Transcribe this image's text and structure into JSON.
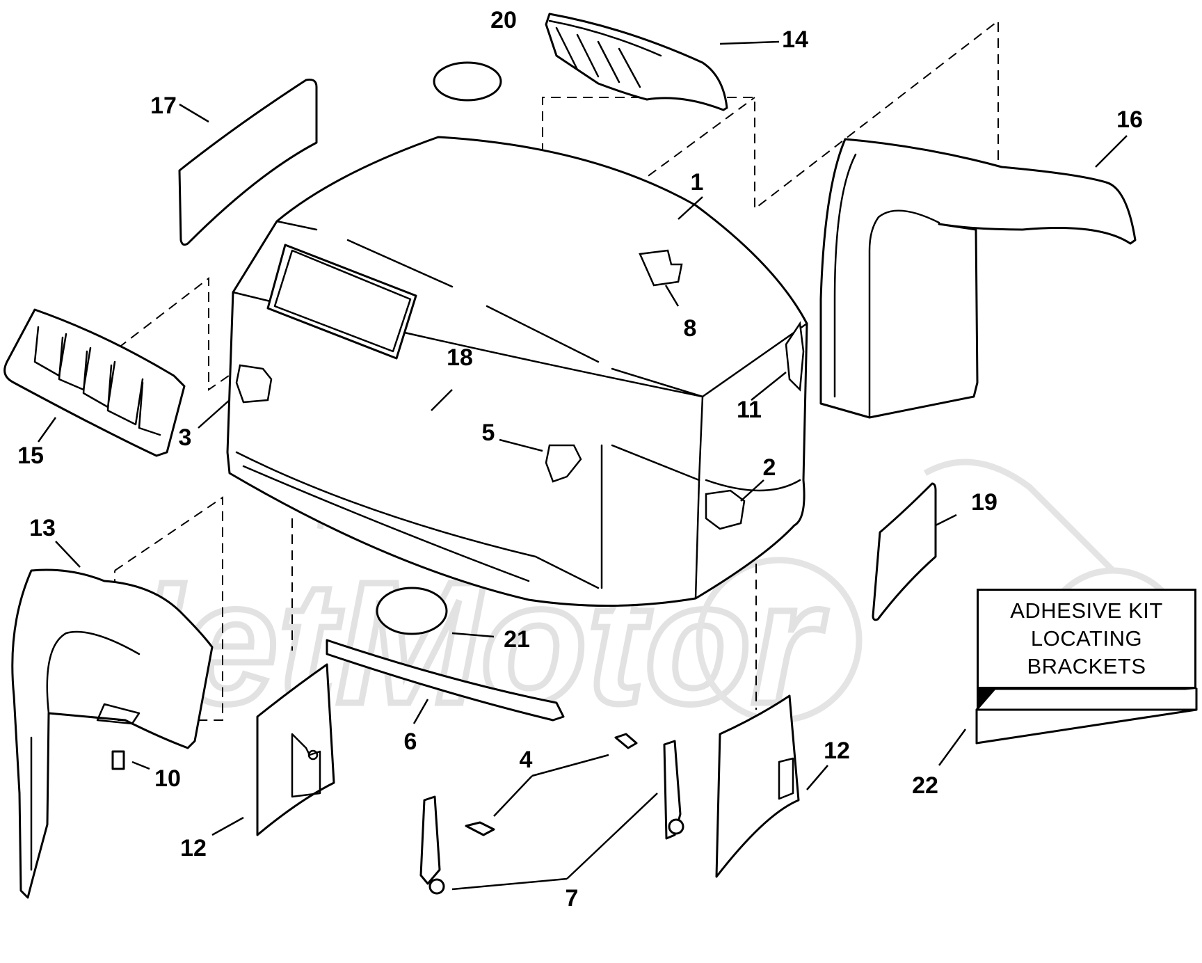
{
  "callouts": {
    "c1": "1",
    "c2": "2",
    "c3": "3",
    "c4": "4",
    "c5": "5",
    "c6": "6",
    "c7": "7",
    "c8": "8",
    "c10": "10",
    "c11": "11",
    "c12a": "12",
    "c12b": "12",
    "c13": "13",
    "c14": "14",
    "c15": "15",
    "c16": "16",
    "c17": "17",
    "c18": "18",
    "c19": "19",
    "c20": "20",
    "c21": "21",
    "c22": "22"
  },
  "kit_box": {
    "line1": "ADHESIVE KIT",
    "line2": "LOCATING",
    "line3": "BRACKETS"
  }
}
